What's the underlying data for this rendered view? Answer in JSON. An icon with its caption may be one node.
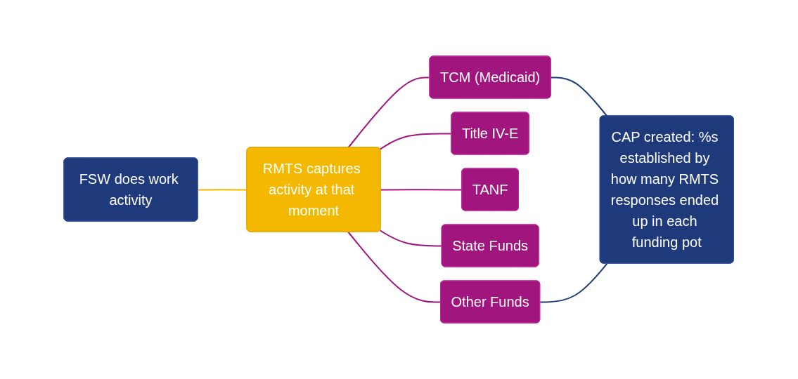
{
  "diagram": {
    "nodes": [
      {
        "text": [
          "FSW does work activity"
        ]
      },
      {
        "text": [
          "RMTS captures activity at that moment"
        ]
      },
      {
        "text": [
          "TCM (Medicaid)"
        ]
      },
      {
        "text": [
          "Title IV-E"
        ]
      },
      {
        "text": [
          "TANF"
        ]
      },
      {
        "text": [
          "State Funds"
        ]
      },
      {
        "text": [
          "Other Funds"
        ]
      },
      {
        "text": [
          "CAP created: %s established by how many RMTS responses ended up in each funding pot"
        ]
      }
    ],
    "edges": [
      {
        "from": 0,
        "to": 1,
        "arrow": "none",
        "color": "#f2b705"
      },
      {
        "from": 1,
        "to": 2,
        "arrow": "none"
      },
      {
        "from": 1,
        "to": 3,
        "arrow": "none"
      },
      {
        "from": 1,
        "to": 4,
        "arrow": "none"
      },
      {
        "from": 1,
        "to": 5,
        "arrow": "none"
      },
      {
        "from": 1,
        "to": 6,
        "arrow": "none"
      },
      {
        "from": 2,
        "to": 7,
        "arrow": "none",
        "color": "#1f3c78"
      },
      {
        "from": 6,
        "to": 7,
        "arrow": "none",
        "color": "#1f3c78"
      }
    ]
  }
}
